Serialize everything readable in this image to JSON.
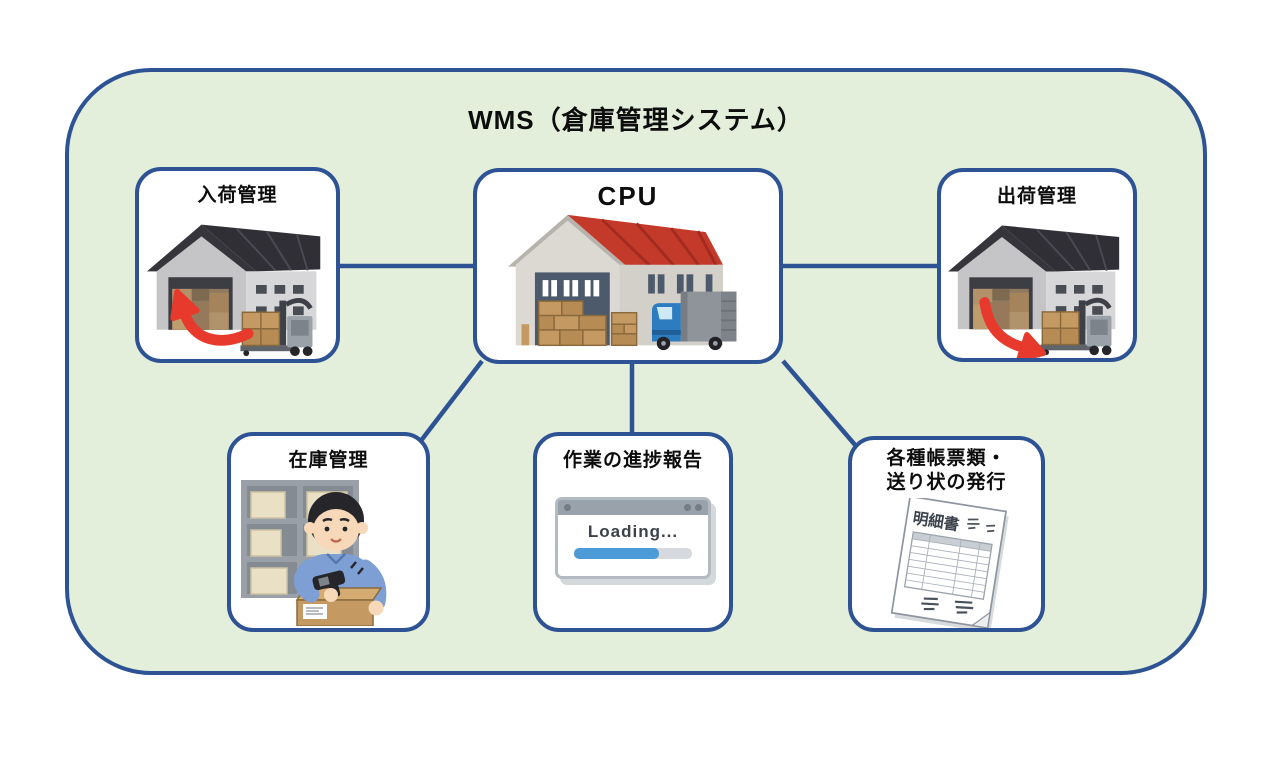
{
  "title": "WMS（倉庫管理システム）",
  "nodes": {
    "receiving": {
      "label": "入荷管理",
      "icon": "warehouse-inbound-illustration"
    },
    "cpu": {
      "label": "CPU",
      "icon": "cpu-warehouse-truck-illustration"
    },
    "shipping": {
      "label": "出荷管理",
      "icon": "warehouse-outbound-illustration"
    },
    "inventory": {
      "label": "在庫管理",
      "icon": "worker-scanning-box-illustration"
    },
    "progress": {
      "label": "作業の進捗報告",
      "window_text": "Loading...",
      "progress_percent": 72
    },
    "documents": {
      "label_line1": "各種帳票類・",
      "label_line2": "送り状の発行",
      "paper_title": "明細書"
    }
  },
  "colors": {
    "panel_fill": "#e3efda",
    "line_blue": "#2e5394",
    "arrow_red": "#e8392d",
    "roof_red": "#c33a2b",
    "progress_blue": "#4c9ad6",
    "box_tan": "#c49a62"
  }
}
